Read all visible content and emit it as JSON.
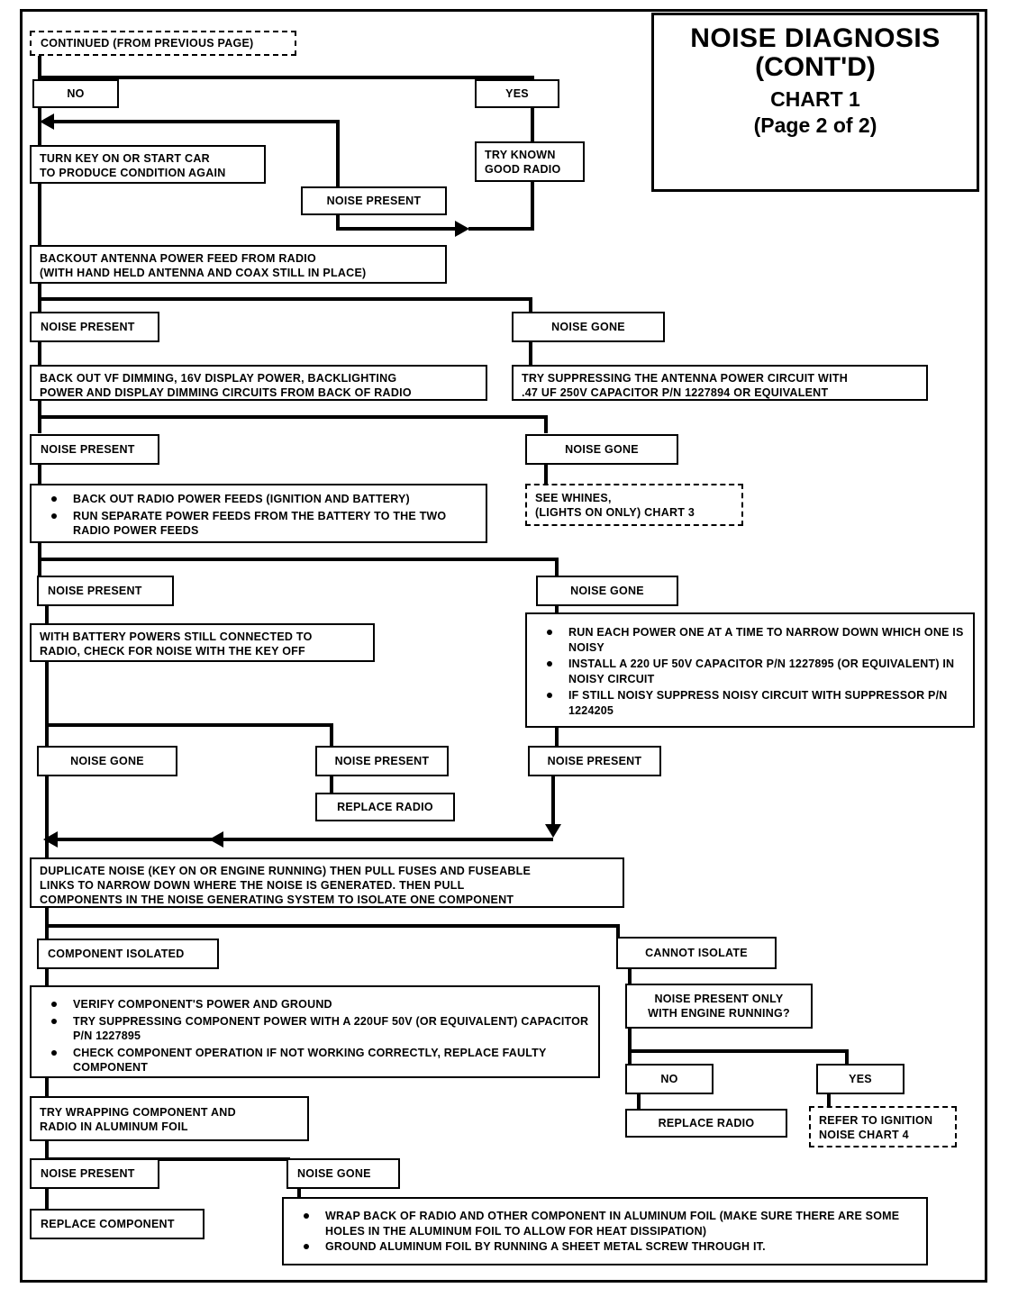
{
  "title": {
    "line1": "NOISE  DIAGNOSIS",
    "line2": "(CONT'D)",
    "line3": "CHART 1",
    "line4": "(Page 2 of 2)"
  },
  "chart_data": {
    "type": "diagram",
    "diagram_type": "flowchart",
    "title": "NOISE DIAGNOSIS (CONT'D) CHART 1 (Page 2 of 2)"
  },
  "nodes": {
    "continued": "CONTINUED (FROM PREVIOUS PAGE)",
    "no_top": "NO",
    "yes_top": "YES",
    "turn_key": "TURN KEY ON OR START CAR\nTO PRODUCE CONDITION AGAIN",
    "try_known_good_radio": "TRY KNOWN\nGOOD RADIO",
    "noise_present_1": "NOISE PRESENT",
    "backout_antenna": "BACKOUT ANTENNA POWER FEED FROM RADIO\n(WITH HAND HELD ANTENNA AND COAX STILL IN PLACE)",
    "noise_present_2": "NOISE PRESENT",
    "noise_gone_2": "NOISE GONE",
    "back_out_vf": "BACK OUT VF DIMMING, 16V DISPLAY POWER, BACKLIGHTING\nPOWER AND DISPLAY DIMMING CIRCUITS FROM BACK OF RADIO",
    "try_suppress_antenna": "TRY SUPPRESSING THE ANTENNA POWER CIRCUIT WITH\n.47 UF 250V CAPACITOR P/N 1227894 OR EQUIVALENT",
    "noise_present_3": "NOISE PRESENT",
    "noise_gone_3": "NOISE GONE",
    "power_feeds_bullets": [
      "BACK OUT RADIO POWER FEEDS (IGNITION AND BATTERY)",
      "RUN SEPARATE POWER FEEDS FROM THE BATTERY TO THE TWO RADIO POWER FEEDS"
    ],
    "see_whines": "SEE WHINES,\n(LIGHTS ON  ONLY) CHART 3",
    "noise_present_4": "NOISE PRESENT",
    "noise_gone_4": "NOISE GONE",
    "with_battery_powers": "WITH BATTERY POWERS STILL CONNECTED TO\nRADIO, CHECK FOR NOISE WITH THE KEY OFF",
    "run_each_power_bullets": [
      "RUN EACH POWER ONE AT A TIME TO NARROW DOWN WHICH ONE IS NOISY",
      "INSTALL A 220 UF 50V CAPACITOR P/N 1227895 (OR EQUIVALENT)  IN NOISY CIRCUIT",
      "IF STILL NOISY SUPPRESS NOISY CIRCUIT WITH SUPPRESSOR P/N 1224205"
    ],
    "noise_gone_5": "NOISE GONE",
    "noise_present_5": "NOISE PRESENT",
    "noise_present_6": "NOISE PRESENT",
    "replace_radio_1": "REPLACE  RADIO",
    "duplicate_noise": "DUPLICATE NOISE (KEY ON OR ENGINE RUNNING) THEN PULL FUSES AND FUSEABLE\nLINKS TO NARROW DOWN WHERE THE NOISE IS GENERATED.  THEN PULL\nCOMPONENTS IN THE NOISE GENERATING SYSTEM TO ISOLATE ONE COMPONENT",
    "component_isolated": "COMPONENT ISOLATED",
    "cannot_isolate": "CANNOT ISOLATE",
    "verify_component_bullets": [
      "VERIFY COMPONENT'S POWER AND GROUND",
      "TRY SUPPRESSING COMPONENT POWER WITH A 220UF 50V (OR EQUIVALENT) CAPACITOR P/N 1227895",
      "CHECK COMPONENT OPERATION IF NOT WORKING CORRECTLY, REPLACE FAULTY COMPONENT"
    ],
    "noise_present_only": "NOISE PRESENT ONLY\nWITH ENGINE RUNNING?",
    "no_bottom": "NO",
    "yes_bottom": "YES",
    "replace_radio_2": "REPLACE  RADIO",
    "refer_ignition": "REFER TO IGNITION\nNOISE CHART 4",
    "try_wrapping": "TRY WRAPPING COMPONENT AND\nRADIO IN ALUMINUM FOIL",
    "noise_present_7": "NOISE PRESENT",
    "noise_gone_7": "NOISE GONE",
    "replace_component": "REPLACE  COMPONENT",
    "wrap_bullets": [
      "WRAP BACK OF RADIO AND OTHER COMPONENT IN ALUMINUM FOIL (MAKE SURE THERE ARE SOME HOLES IN THE ALUMINUM FOIL TO ALLOW FOR HEAT DISSIPATION)",
      "GROUND ALUMINUM FOIL BY RUNNING A SHEET METAL SCREW THROUGH IT."
    ]
  },
  "colors": {
    "ink": "#000000",
    "paper": "#ffffff"
  }
}
